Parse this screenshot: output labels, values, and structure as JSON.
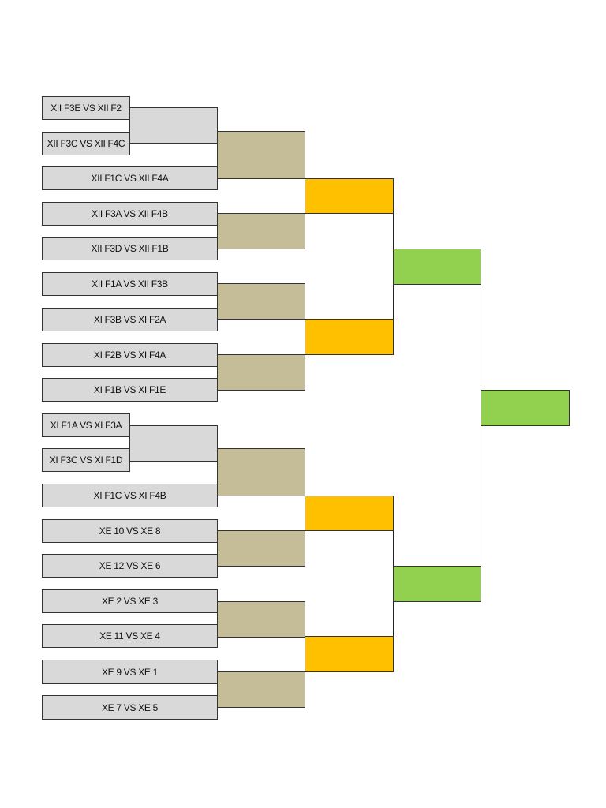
{
  "colors": {
    "match": "#d9d9d9",
    "round_preliminary": "#d9d9d9",
    "round_2": "#c4bd97",
    "round_3": "#ffc000",
    "semifinal": "#92d050",
    "final": "#92d050"
  },
  "matches": [
    "XII F3E VS XII F2",
    "XII F3C VS XII F4C",
    "XII F1C VS XII F4A",
    "XII F3A VS XII F4B",
    "XII F3D VS XII F1B",
    "XII F1A VS XII F3B",
    "XI F3B VS XI F2A",
    "XI F2B VS XI F4A",
    "XI F1B VS XI F1E",
    "XI F1A VS XI F3A",
    "XI F3C VS XI F1D",
    "XI F1C VS XI F4B",
    "XE 10 VS XE 8",
    "XE 12 VS XE 6",
    "XE 2 VS XE 3",
    "XE 11 VS XE 4",
    "XE 9 VS XE 1",
    "XE 7 VS XE 5"
  ]
}
